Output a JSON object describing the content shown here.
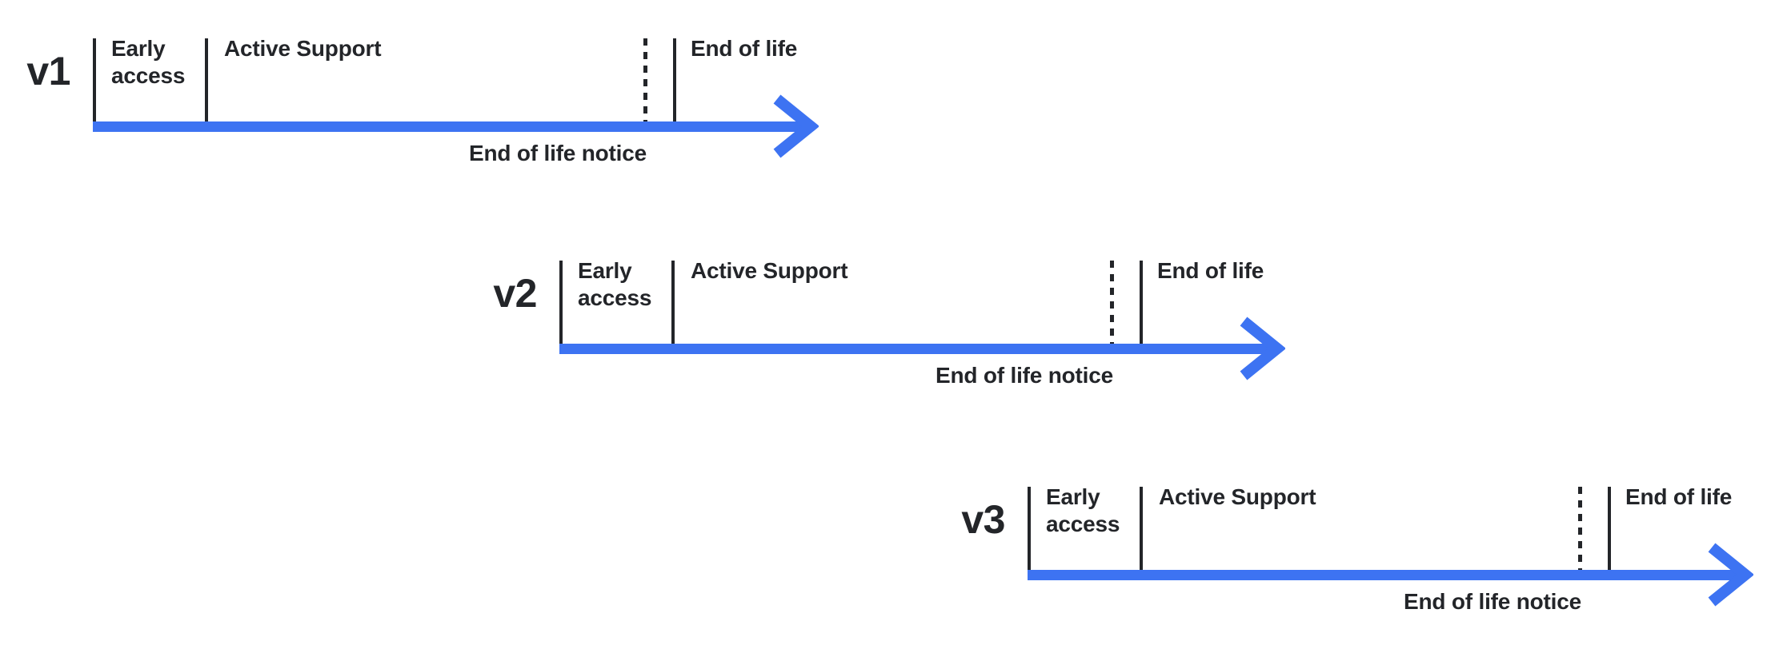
{
  "colors": {
    "arrow_blue": "#3D73F2",
    "ink": "#232529",
    "background": "#FFFFFF"
  },
  "timelines": [
    {
      "version": "v1",
      "early_access": "Early access",
      "active_support": "Active Support",
      "end_of_life": "End of life",
      "end_of_life_notice": "End of life notice"
    },
    {
      "version": "v2",
      "early_access": "Early access",
      "active_support": "Active Support",
      "end_of_life": "End of life",
      "end_of_life_notice": "End of life notice"
    },
    {
      "version": "v3",
      "early_access": "Early access",
      "active_support": "Active Support",
      "end_of_life": "End of life",
      "end_of_life_notice": "End of life notice"
    }
  ]
}
